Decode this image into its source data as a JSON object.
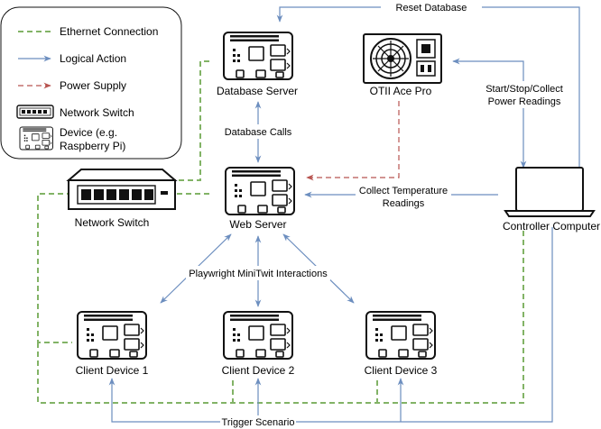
{
  "legend": {
    "items": [
      {
        "label": "Ethernet Connection"
      },
      {
        "label": "Logical Action"
      },
      {
        "label": "Power Supply"
      },
      {
        "label": "Network Switch"
      },
      {
        "label": "Device (e.g.",
        "label2": "Raspberry Pi)"
      }
    ]
  },
  "nodes": {
    "database_server": "Database Server",
    "otii": "OTII Ace Pro",
    "web_server": "Web Server",
    "network_switch": "Network Switch",
    "controller": "Controller Computer",
    "client1": "Client Device 1",
    "client2": "Client Device 2",
    "client3": "Client Device 3"
  },
  "edges": {
    "reset_database": "Reset Database",
    "database_calls": "Database Calls",
    "start_stop_line1": "Start/Stop/Collect",
    "start_stop_line2": "Power Readings",
    "collect_temp_line1": "Collect Temperature",
    "collect_temp_line2": "Readings",
    "playwright": "Playwright MiniTwit Interactions",
    "trigger": "Trigger Scenario"
  },
  "colors": {
    "ethernet": "#82b366",
    "logical": "#6c8ebf",
    "power": "#b85450"
  }
}
